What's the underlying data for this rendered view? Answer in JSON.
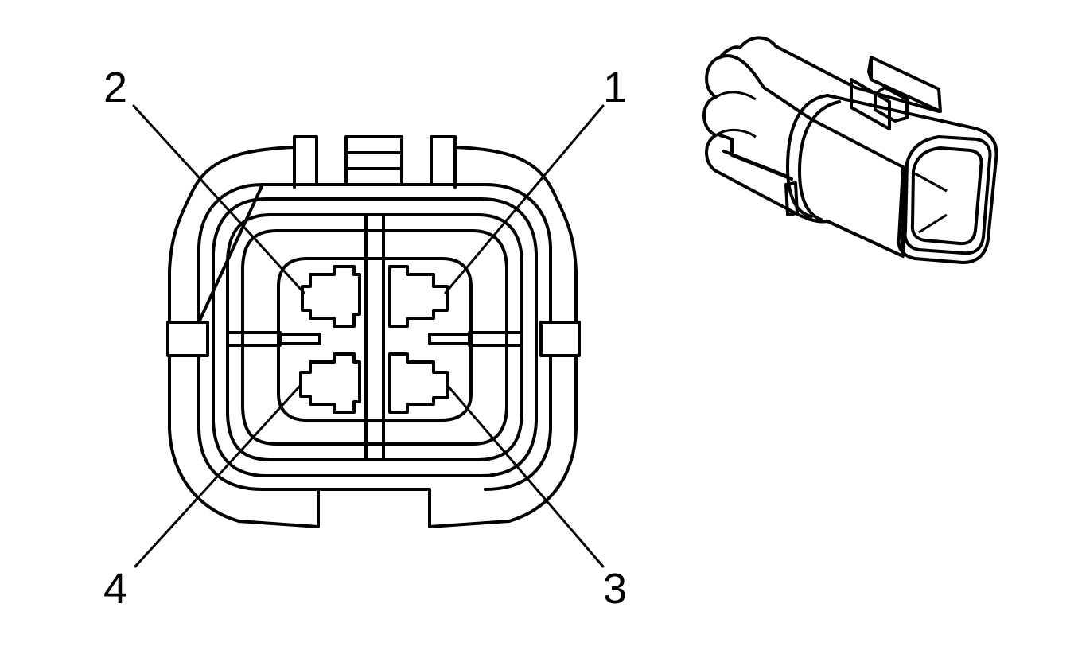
{
  "connector_face": {
    "pins": [
      {
        "id": "pin-2",
        "label": "2"
      },
      {
        "id": "pin-1",
        "label": "1"
      },
      {
        "id": "pin-4",
        "label": "4"
      },
      {
        "id": "pin-3",
        "label": "3"
      }
    ]
  },
  "colors": {
    "line": "#000000",
    "background": "#ffffff"
  }
}
